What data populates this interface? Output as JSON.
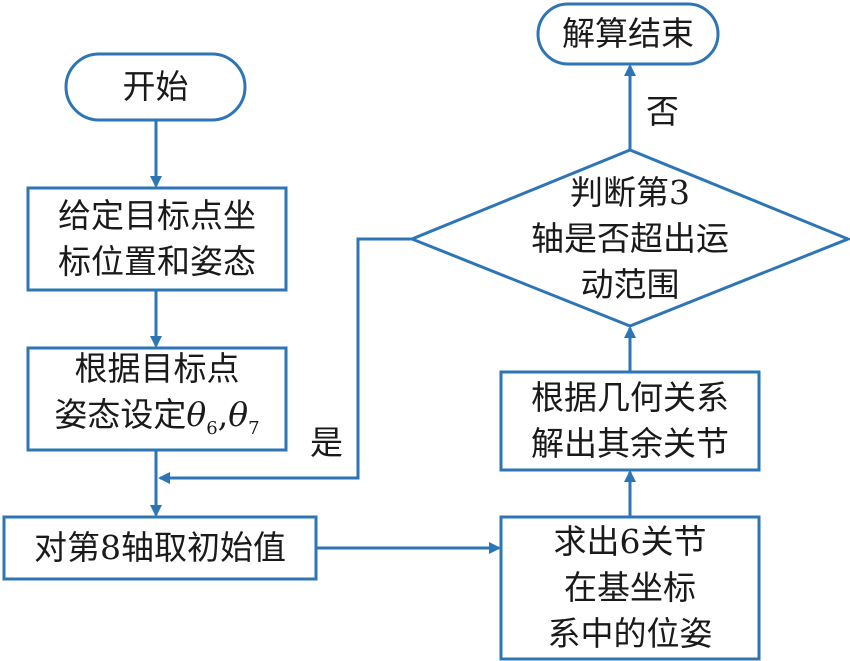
{
  "colors": {
    "stroke": "#2e75b6",
    "text": "#1a1a1a",
    "background": "#ffffff"
  },
  "nodes": {
    "start": {
      "label": "开始"
    },
    "given_target": {
      "line1": "给定目标点坐",
      "line2": "标位置和姿态"
    },
    "set_pose": {
      "line1": "根据目标点",
      "line2_prefix": "姿态设定",
      "theta": "θ",
      "sub6": "6",
      "comma": ",",
      "sub7": "7"
    },
    "init_axis8": {
      "label": "对第8轴取初始值"
    },
    "solve_6joint": {
      "line1": "求出6关节",
      "line2": "在基坐标",
      "line3": "系中的位姿"
    },
    "solve_rest": {
      "line1": "根据几何关系",
      "line2": "解出其余关节"
    },
    "decision": {
      "line1": "判断第3",
      "line2": "轴是否超出运",
      "line3": "动范围"
    },
    "end": {
      "label": "解算结束"
    }
  },
  "edge_labels": {
    "yes": "是",
    "no": "否"
  }
}
